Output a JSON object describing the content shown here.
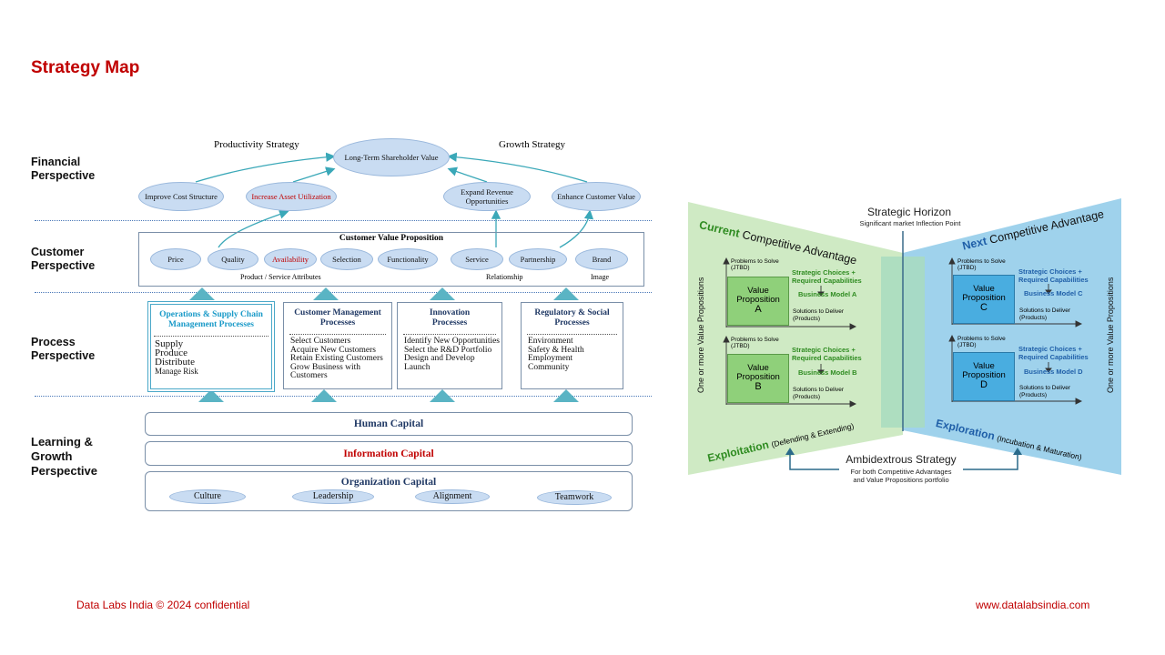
{
  "slide": {
    "title": "Strategy Map",
    "footer_left": "Data Labs India © 2024 confidential",
    "footer_right": "www.datalabsindia.com"
  },
  "perspectives": {
    "financial": "Financial Perspective",
    "customer": "Customer Perspective",
    "process": "Process Perspective",
    "learning": "Learning & Growth Perspective"
  },
  "financial": {
    "productivity_label": "Productivity Strategy",
    "growth_label": "Growth Strategy",
    "top_goal": "Long-Term Shareholder Value",
    "goals": [
      "Improve Cost Structure",
      "Increase Asset Utilization",
      "Expand Revenue Opportunities",
      "Enhance Customer Value"
    ]
  },
  "customer": {
    "header": "Customer Value Proposition",
    "attributes": [
      "Price",
      "Quality",
      "Availability",
      "Selection",
      "Functionality",
      "Service",
      "Partnership",
      "Brand"
    ],
    "groups": [
      "Product / Service Attributes",
      "Relationship",
      "Image"
    ]
  },
  "process": {
    "boxes": [
      {
        "title": "Operations & Supply Chain Management Processes",
        "items": [
          "Supply",
          "Produce",
          "Distribute",
          "Manage Risk"
        ]
      },
      {
        "title": "Customer Management Processes",
        "items": [
          "Select Customers",
          "Acquire New Customers",
          "Retain Existing Customers",
          "Grow Business with Customers"
        ]
      },
      {
        "title": "Innovation Processes",
        "items": [
          "Identify New Opportunities",
          "Select the R&D Portfolio",
          "Design and Develop",
          "Launch"
        ]
      },
      {
        "title": "Regulatory & Social Processes",
        "items": [
          "Environment",
          "Safety & Health",
          "Employment",
          "Community"
        ]
      }
    ]
  },
  "learning": {
    "human": "Human Capital",
    "information": "Information Capital",
    "organization": "Organization Capital",
    "org_items": [
      "Culture",
      "Leadership",
      "Alignment",
      "Teamwork"
    ]
  },
  "ambidexterity": {
    "horizon_title": "Strategic Horizon",
    "horizon_sub": "Significant market Inflection Point",
    "current_bold": "Current",
    "current_rest": "Competitive Advantage",
    "next_bold": "Next",
    "next_rest": "Competitive Advantage",
    "left_vertical": "One or more Value Propositions",
    "right_vertical": "One or more Value Propositions",
    "problems": "Problems to Solve (JTBD)",
    "choices": "Strategic Choices + Required Capabilities",
    "solutions": "Solutions to Deliver (Products)",
    "vp_label": "Value Proposition",
    "letters": [
      "A",
      "B",
      "C",
      "D"
    ],
    "models": [
      "Business Model A",
      "Business Model B",
      "Business Model C",
      "Business Model D"
    ],
    "exploitation_bold": "Exploitation",
    "exploitation_rest": "(Defending & Extending)",
    "exploration_bold": "Exploration",
    "exploration_rest": "(Incubation & Maturation)",
    "ambi_title": "Ambidextrous Strategy",
    "ambi_sub1": "For both Competitive Advantages",
    "ambi_sub2": "and Value Propositions portfolio",
    "colors": {
      "green_light": "#cfeac4",
      "green_box": "#8fd07a",
      "blue_light": "#9fd2ec",
      "blue_box": "#49ade0",
      "green_text": "#2e8b20",
      "blue_text": "#1f5fa8"
    }
  }
}
